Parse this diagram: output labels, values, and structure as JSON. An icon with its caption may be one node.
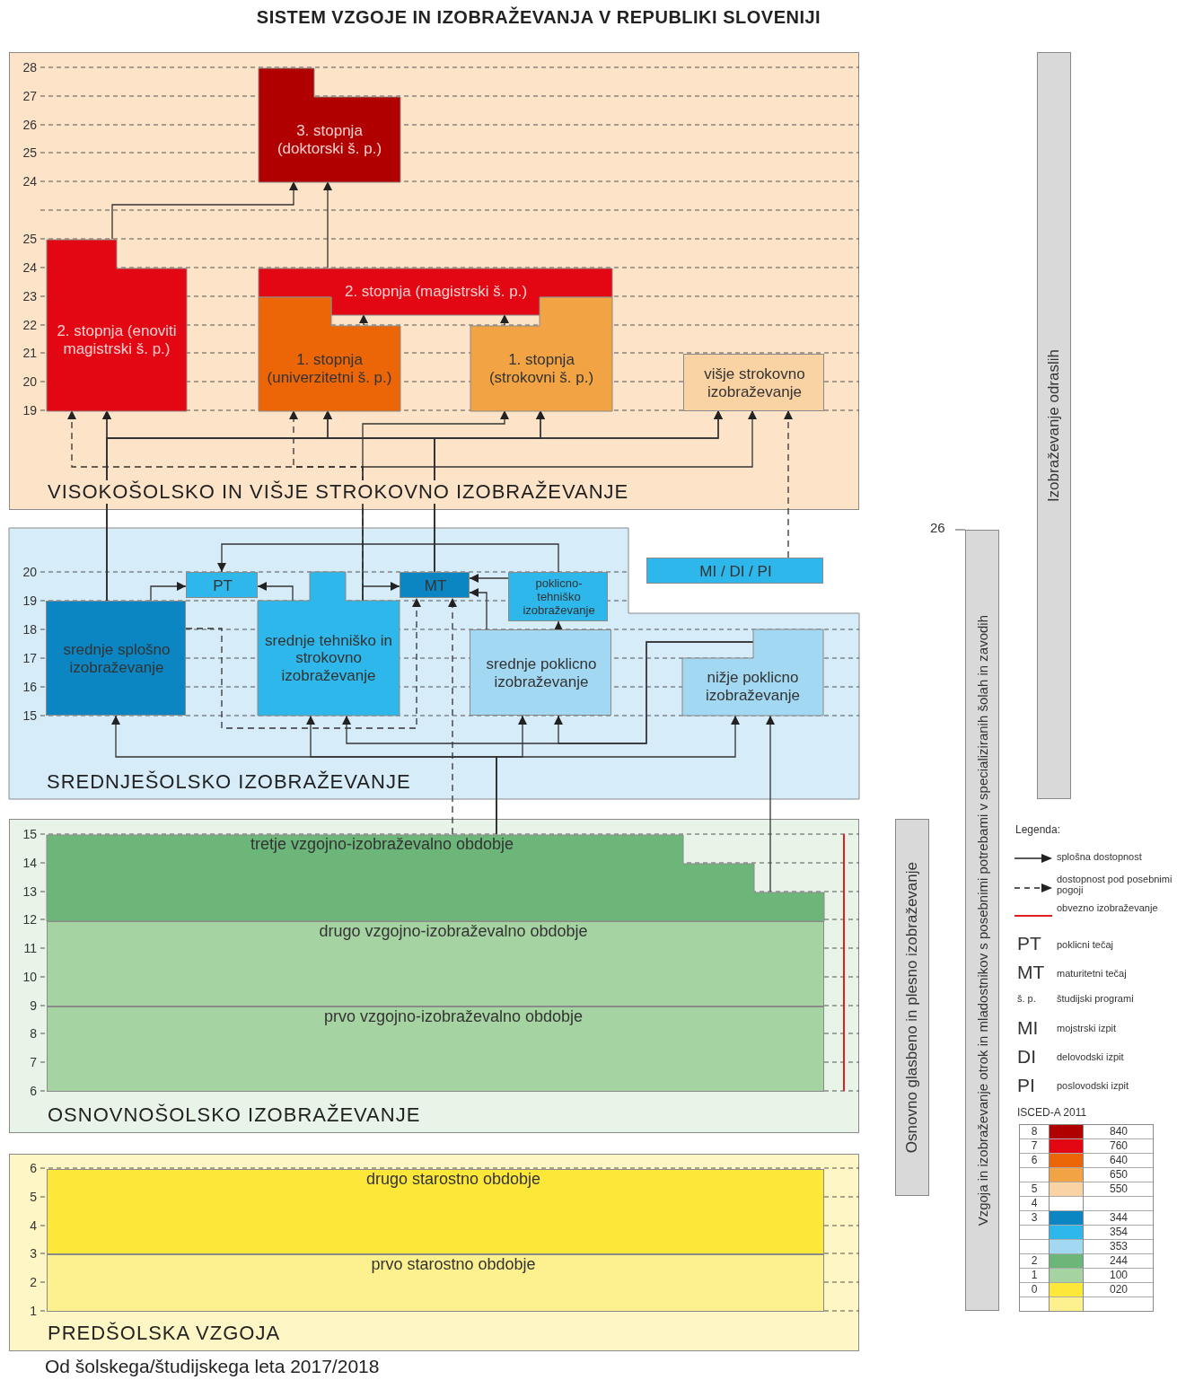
{
  "diagram": {
    "title": "SISTEM VZGOJE IN IZOBRAŽEVANJA V REPUBLIKI SLOVENIJI",
    "caption": "Od šolskega/študijskega leta 2017/2018",
    "nodes": [
      {
        "text": [
          "VISOKOŠOLSKO IN VIŠJE STROKOVNO IZOBRAŽEVANJE"
        ]
      },
      {
        "text": [
          "3. stopnja (doktorski š. p.)"
        ],
        "in": 0
      },
      {
        "text": [
          "2. stopnja (enoviti magistrski š. p.)"
        ],
        "in": 0
      },
      {
        "text": [
          "2. stopnja (magistrski š. p.)"
        ],
        "in": 0
      },
      {
        "text": [
          "1. stopnja (univerzitetni š. p.)"
        ],
        "in": 0
      },
      {
        "text": [
          "1. stopnja (strokovni š. p.)"
        ],
        "in": 0
      },
      {
        "text": [
          "višje strokovno izobraževanje"
        ],
        "in": 0
      },
      {
        "text": [
          "SREDNJEŠOLSKO IZOBRAŽEVANJE"
        ]
      },
      {
        "text": [
          "PT"
        ],
        "in": 7
      },
      {
        "text": [
          "MT"
        ],
        "in": 7
      },
      {
        "text": [
          "poklicno-tehniško izobraževanje"
        ],
        "in": 7
      },
      {
        "text": [
          "MI / DI / PI"
        ]
      },
      {
        "text": [
          "srednje splošno izobraževanje"
        ],
        "in": 7
      },
      {
        "text": [
          "srednje tehniško in strokovno izobraževanje"
        ],
        "in": 7
      },
      {
        "text": [
          "srednje poklicno izobraževanje"
        ],
        "in": 7
      },
      {
        "text": [
          "nižje poklicno izobraževanje"
        ],
        "in": 7
      },
      {
        "text": [
          "OSNOVNOŠOLSKO IZOBRAŽEVANJE"
        ]
      },
      {
        "text": [
          "tretje vzgojno-izobraževalno obdobje"
        ],
        "in": 16
      },
      {
        "text": [
          "drugo vzgojno-izobraževalno obdobje"
        ],
        "in": 16
      },
      {
        "text": [
          "prvo vzgojno-izobraževalno obdobje"
        ],
        "in": 16
      },
      {
        "text": [
          "PREDŠOLSKA VZGOJA"
        ]
      },
      {
        "text": [
          "drugo starostno obdobje"
        ],
        "in": 20
      },
      {
        "text": [
          "prvo starostno obdobje"
        ],
        "in": 20
      },
      {
        "text": [
          "Izobraževanje odraslih"
        ]
      },
      {
        "text": [
          "Vzgoja in izobraževanje otrok in mladostnikov s posebnimi potrebami v specializiranih šolah in zavodih"
        ],
        "beside": [
          "26"
        ]
      },
      {
        "text": [
          "Osnovno glasbeno in plesno izobraževanje"
        ]
      }
    ],
    "edges": [
      {
        "from": 2,
        "to": 1,
        "arrow": "to"
      },
      {
        "from": 3,
        "to": 1,
        "arrow": "to"
      },
      {
        "from": 4,
        "to": 3,
        "arrow": "to"
      },
      {
        "from": 5,
        "to": 3,
        "arrow": "to"
      },
      {
        "from": 12,
        "to": 2,
        "arrow": "to"
      },
      {
        "from": 12,
        "to": 4,
        "arrow": "to"
      },
      {
        "from": 12,
        "to": 5,
        "arrow": "to"
      },
      {
        "from": 12,
        "to": 6,
        "arrow": "to"
      },
      {
        "from": 9,
        "to": 2,
        "arrow": "to"
      },
      {
        "from": 9,
        "to": 4,
        "arrow": "to"
      },
      {
        "from": 9,
        "to": 5,
        "arrow": "to"
      },
      {
        "from": 9,
        "to": 6,
        "arrow": "to"
      },
      {
        "from": 13,
        "to": 5,
        "arrow": "to"
      },
      {
        "from": 13,
        "to": 6,
        "arrow": "to"
      },
      {
        "from": 13,
        "to": 4,
        "arrow": "to",
        "style": "dashed"
      },
      {
        "from": 13,
        "to": 2,
        "arrow": "to",
        "style": "dashed"
      },
      {
        "from": 11,
        "to": 6,
        "arrow": "to",
        "style": "dashed"
      },
      {
        "from": 12,
        "to": 8,
        "arrow": "to"
      },
      {
        "from": 13,
        "to": 8,
        "arrow": "to"
      },
      {
        "from": 13,
        "to": 9,
        "arrow": "to"
      },
      {
        "from": 10,
        "to": 8,
        "arrow": "to"
      },
      {
        "from": 10,
        "to": 9,
        "arrow": "to"
      },
      {
        "from": 14,
        "to": 9,
        "arrow": "to"
      },
      {
        "from": 14,
        "to": 10,
        "arrow": "to"
      },
      {
        "from": 12,
        "to": 9,
        "arrow": "to",
        "style": "dashed"
      },
      {
        "from": 17,
        "to": 9,
        "arrow": "to",
        "style": "dashed"
      },
      {
        "from": 17,
        "to": 12,
        "arrow": "to"
      },
      {
        "from": 17,
        "to": 13,
        "arrow": "to"
      },
      {
        "from": 17,
        "to": 14,
        "arrow": "to"
      },
      {
        "from": 17,
        "to": 15,
        "arrow": "to"
      },
      {
        "from": 17,
        "to": 15,
        "arrow": "to"
      },
      {
        "from": 15,
        "to": 13,
        "arrow": "to"
      },
      {
        "from": 15,
        "to": 14,
        "arrow": "to"
      }
    ],
    "labels": [
      "28",
      "27",
      "26",
      "25",
      "24",
      "25",
      "24",
      "23",
      "22",
      "21",
      "20",
      "19",
      "20",
      "19",
      "18",
      "17",
      "16",
      "15",
      "15",
      "14",
      "13",
      "12",
      "11",
      "10",
      "9",
      "8",
      "7",
      "6",
      "6",
      "5",
      "4",
      "3",
      "2",
      "1",
      "Legenda:",
      "PT",
      "poklicni tečaj",
      "MT",
      "maturitetni tečaj",
      "š. p.",
      "študijski programi",
      "MI",
      "mojstrski izpit",
      "DI",
      "delovodski izpit",
      "PI",
      "poslovodski izpit",
      "ISCED-A 2011",
      "8",
      "7",
      "6",
      "5",
      "4",
      "3",
      "2",
      "1",
      "0"
    ],
    "legend": [
      {
        "text": "splošna dostopnost"
      },
      {
        "text": "dostopnost pod posebnimi pogoji"
      },
      {
        "text": "obvezno izobraževanje"
      },
      {
        "text": "840",
        "color": "#b00000"
      },
      {
        "text": "760",
        "color": "#e30613"
      },
      {
        "text": "640",
        "color": "#ec6608"
      },
      {
        "text": "650",
        "color": "#f2a445"
      },
      {
        "text": "550",
        "color": "#fad3a4"
      },
      {
        "text": "344",
        "color": "#0b86c3"
      },
      {
        "text": "354",
        "color": "#2db7ea"
      },
      {
        "text": "353",
        "color": "#a3d8f3"
      },
      {
        "text": "244",
        "color": "#6db67a"
      },
      {
        "text": "100",
        "color": "#a6d3a2"
      },
      {
        "text": "020",
        "color": "#fde83a"
      }
    ]
  }
}
